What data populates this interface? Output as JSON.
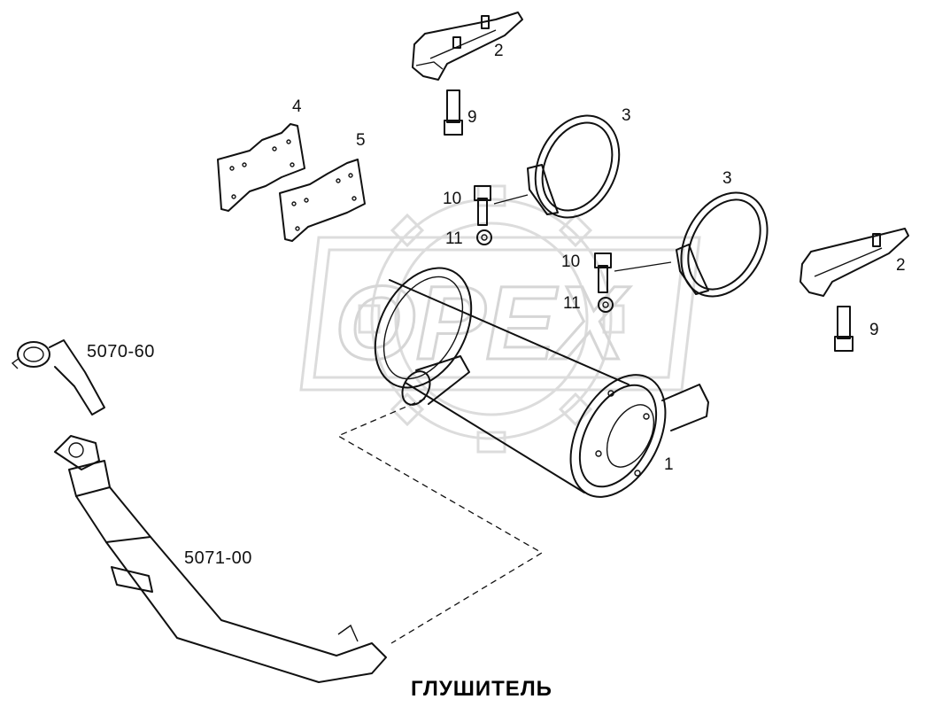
{
  "title": "ГЛУШИТЕЛЬ",
  "watermark": "OPEX",
  "callouts": {
    "muffler": "1",
    "bracket_top": "2",
    "bracket_right": "2",
    "clamp_top": "3",
    "clamp_right": "3",
    "plate_left": "4",
    "plate_right": "5",
    "bolt_short_top": "9",
    "bolt_short_right": "9",
    "bolt_a": "10",
    "bolt_b": "10",
    "nut_a": "11",
    "nut_b": "11",
    "clamp_assembly": "5070-60",
    "exhaust_pipe": "5071-00"
  }
}
